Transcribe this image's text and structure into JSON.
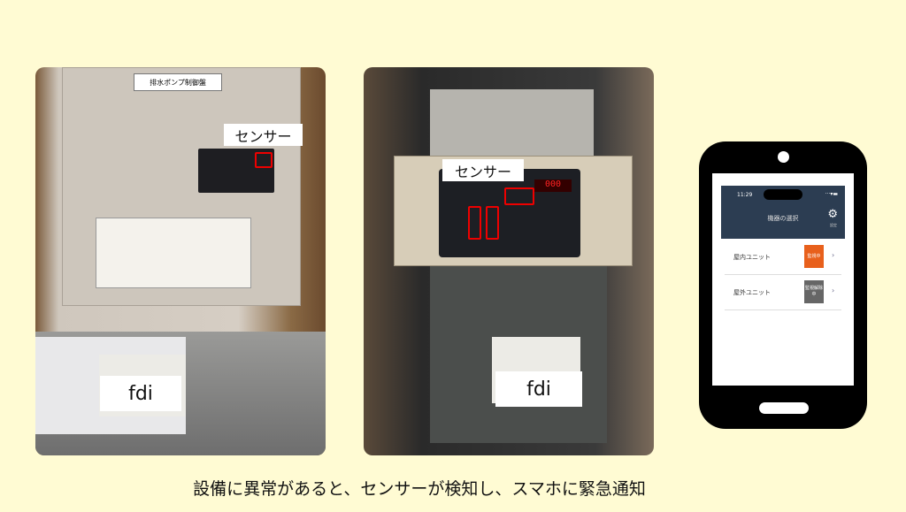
{
  "left_photo": {
    "sensor_label": "センサー",
    "device_label": "fdi",
    "panel_sign": "排水ポンプ制御盤"
  },
  "middle_photo": {
    "sensor_label": "センサー",
    "device_label": "fdi"
  },
  "phone": {
    "status_time": "11:29",
    "status_icons": "wifi-battery",
    "header_title": "機器の選択",
    "settings_label": "設定",
    "units": [
      {
        "name": "屋内ユニット",
        "status": "監視中",
        "color": "#e8601c"
      },
      {
        "name": "屋外ユニット",
        "status": "監視解除中",
        "color": "#666666"
      }
    ]
  },
  "caption": "設備に異常があると、センサーが検知し、スマホに緊急通知"
}
